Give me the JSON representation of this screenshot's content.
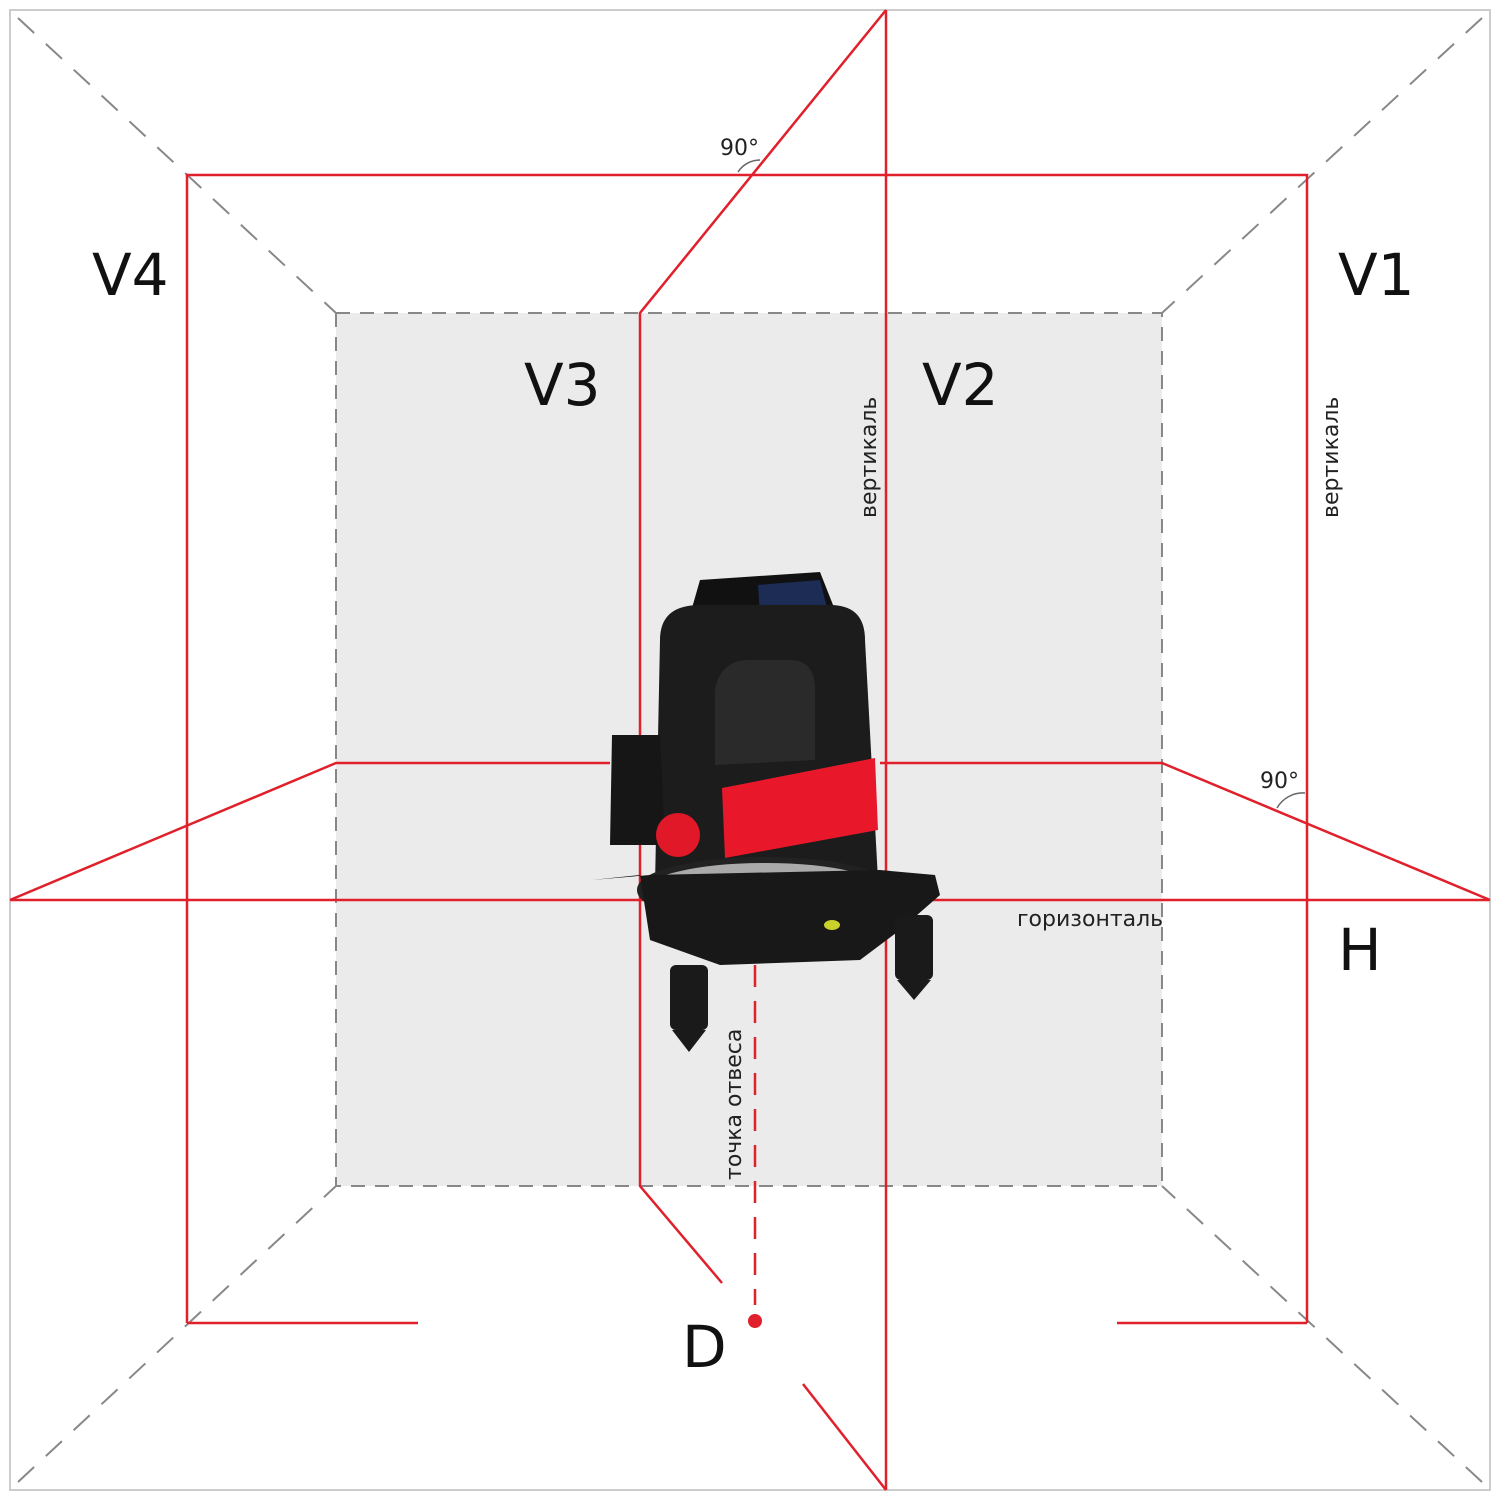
{
  "labels": {
    "v1": "V1",
    "v2": "V2",
    "v3": "V3",
    "v4": "V4",
    "h": "H",
    "d": "D",
    "vertical_1": "вертикаль",
    "vertical_2": "вертикаль",
    "horizontal": "горизонталь",
    "plumb_point": "точка отвеса",
    "angle_top": "90°",
    "angle_right": "90°"
  },
  "colors": {
    "laser": "#e0202a",
    "wall": "#ebebeb",
    "dashed": "#888888",
    "device_body": "#1c1c1c",
    "device_accent": "#e8182a"
  }
}
